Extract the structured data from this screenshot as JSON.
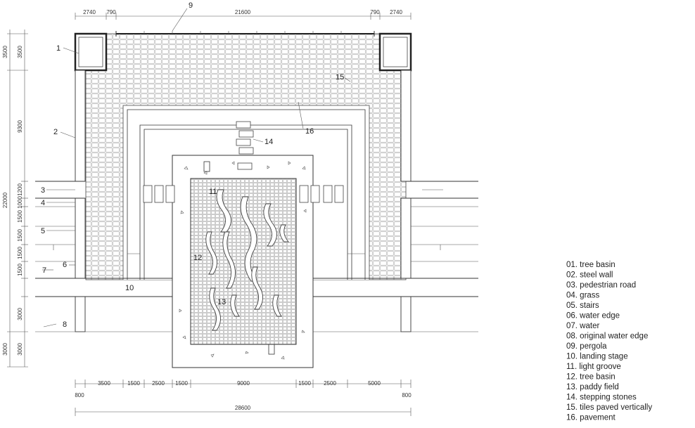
{
  "dimensions": {
    "top": [
      "2740",
      "790",
      "21600",
      "790",
      "2740"
    ],
    "left": [
      "3500",
      "3500",
      "9300",
      "22000",
      "1200",
      "1000",
      "1500",
      "1500",
      "1500",
      "1500",
      "3000",
      "3000",
      "3000"
    ],
    "bottom": [
      "3500",
      "1500",
      "2500",
      "1500",
      "9000",
      "1500",
      "2500",
      "5000"
    ],
    "bottom_side": [
      "800",
      "800"
    ],
    "bottom_total": "28600"
  },
  "callouts": [
    "1",
    "2",
    "3",
    "4",
    "5",
    "6",
    "7",
    "8",
    "9",
    "10",
    "11",
    "12",
    "13",
    "14",
    "15",
    "16"
  ],
  "legend": [
    "01. tree basin",
    "02. steel wall",
    "03. pedestrian road",
    "04. grass",
    "05. stairs",
    "06. water edge",
    "07. water",
    "08. original water edge",
    "09. pergola",
    "10. landing stage",
    "11. light groove",
    "12. tree basin",
    "13. paddy field",
    "14. stepping stones",
    "15. tiles paved vertically",
    "16. pavement"
  ]
}
